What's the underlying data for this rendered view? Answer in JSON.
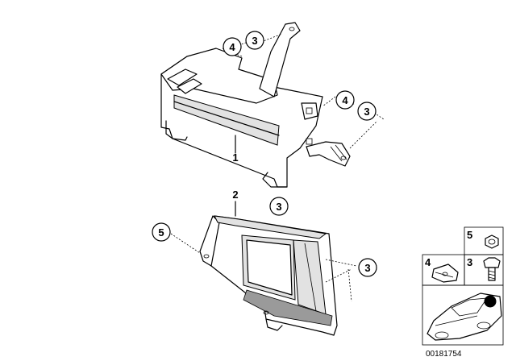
{
  "callouts": {
    "c4_top": "4",
    "c3_top": "3",
    "c4_right": "4",
    "c3_right": "3",
    "c1": "1",
    "c3_mid": "3",
    "c2": "2",
    "c5_left": "5",
    "c3_lower_right": "3"
  },
  "legend": {
    "item_5": "5",
    "item_4": "4",
    "item_3": "3"
  },
  "image_id": "00181754"
}
